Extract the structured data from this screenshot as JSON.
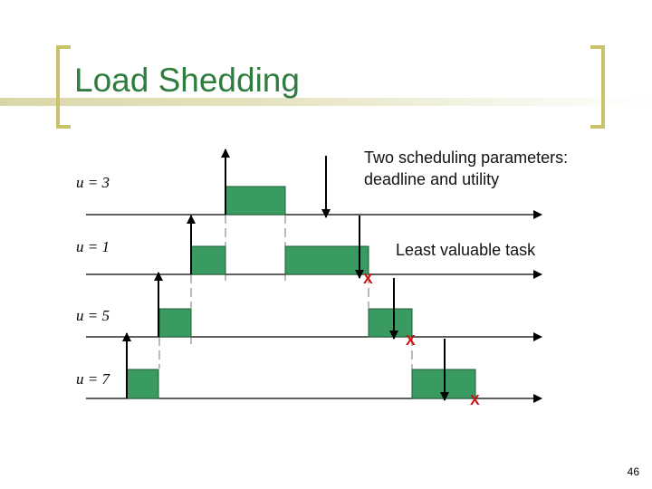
{
  "slide": {
    "title": "Load Shedding",
    "page_number": "46",
    "note_parameters_line1": "Two scheduling parameters:",
    "note_parameters_line2": "deadline and utility",
    "note_least_valuable": "Least valuable task"
  },
  "tasks": [
    {
      "utility_label": "u = 3"
    },
    {
      "utility_label": "u = 1"
    },
    {
      "utility_label": "u = 5"
    },
    {
      "utility_label": "u = 7"
    }
  ],
  "drop_marker": "X",
  "colors": {
    "title_green": "#2e7d3e",
    "block_fill": "#3a9b62",
    "drop_marker": "#cc1111",
    "bracket": "#c8c26a"
  }
}
